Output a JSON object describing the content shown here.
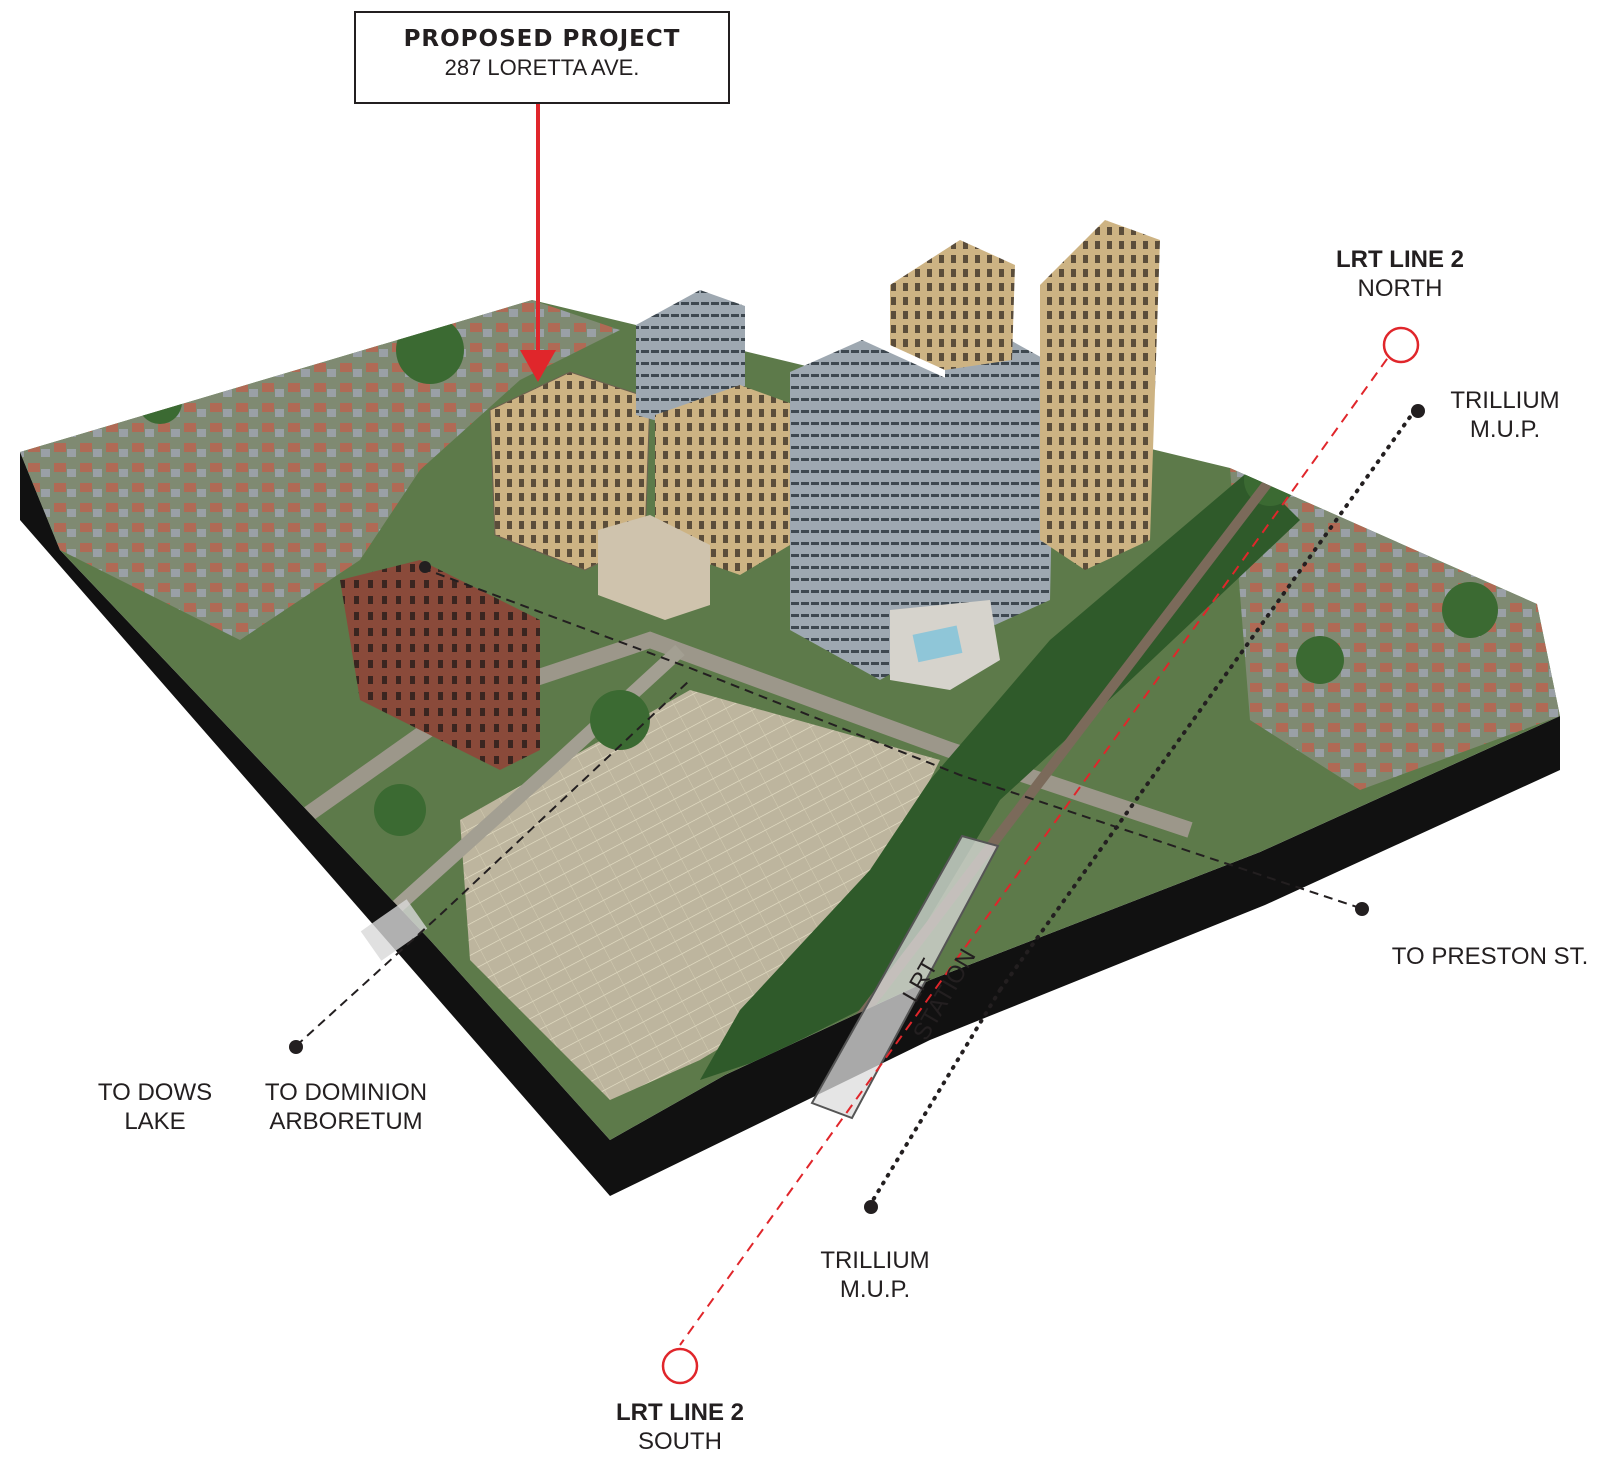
{
  "project": {
    "title": "PROPOSED PROJECT",
    "address": "287 LORETTA AVE."
  },
  "labels": {
    "lrt_north": {
      "line": "LRT LINE 2",
      "direction": "NORTH"
    },
    "lrt_south": {
      "line": "LRT LINE 2",
      "direction": "SOUTH"
    },
    "trillium_north": {
      "line1": "TRILLIUM",
      "line2": "M.U.P."
    },
    "trillium_south": {
      "line1": "TRILLIUM",
      "line2": "M.U.P."
    },
    "preston": "TO PRESTON ST.",
    "dows_lake": {
      "line1": "TO DOWS",
      "line2": "LAKE"
    },
    "arboretum": {
      "line1": "TO DOMINION",
      "line2": "ARBORETUM"
    },
    "station": "LRT STATION"
  },
  "colors": {
    "lrt_line": "#e0262b",
    "marker_dark": "#231f20",
    "ground_edge": "#111111",
    "parking": "#b9b39c",
    "tree": "#3f6a35",
    "building_tan": "#c9ae7c",
    "building_grey": "#9aa3ab",
    "building_brick": "#8a4a3a"
  }
}
